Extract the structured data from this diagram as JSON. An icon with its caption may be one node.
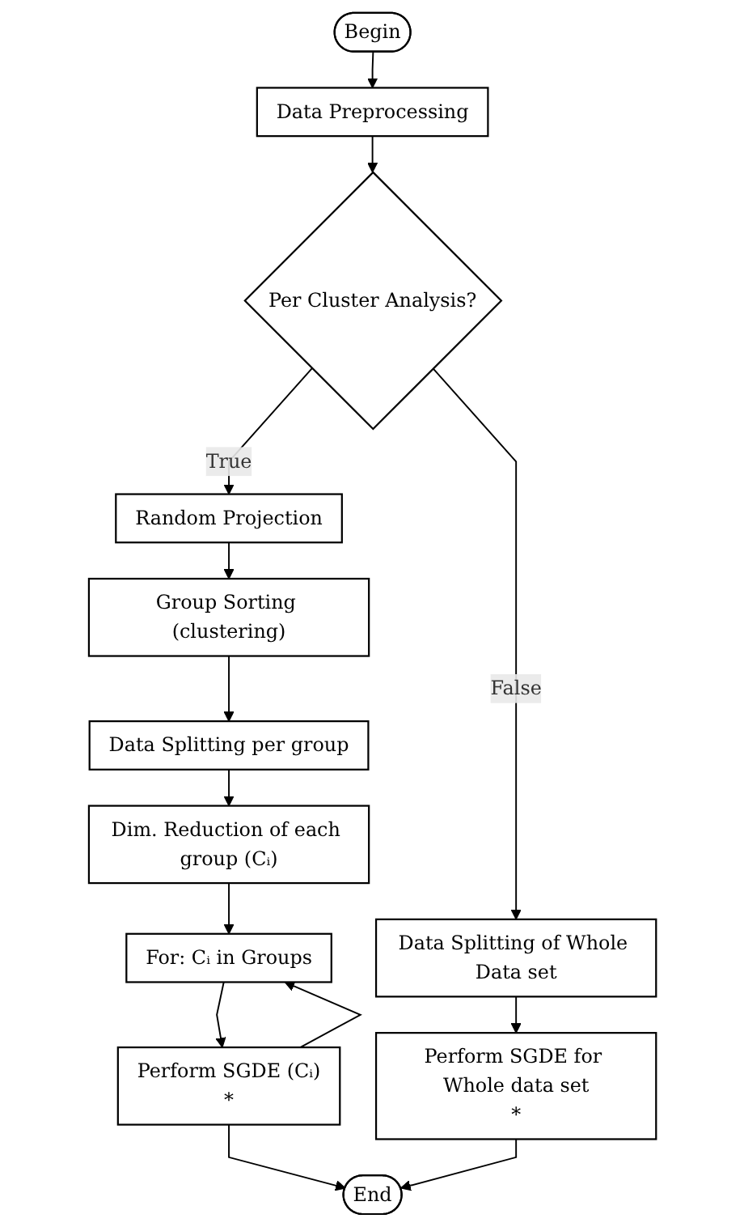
{
  "diagram": {
    "nodes": [
      {
        "text": [
          "Begin"
        ]
      },
      {
        "text": [
          "Data Preprocessing"
        ]
      },
      {
        "text": [
          "Per Cluster Analysis?"
        ]
      },
      {
        "text": [
          "Random Projection"
        ]
      },
      {
        "text": [
          "Group Sorting (clustering)"
        ]
      },
      {
        "text": [
          "Data Splitting per group"
        ]
      },
      {
        "text": [
          "Dim. Reduction of each group (Cᵢ)"
        ]
      },
      {
        "text": [
          "For: Cᵢ in Groups"
        ]
      },
      {
        "text": [
          "Perform SGDE (Cᵢ)",
          "*"
        ]
      },
      {
        "text": [
          "Data Splitting of Whole Data set"
        ]
      },
      {
        "text": [
          "Perform SGDE for Whole data set",
          "*"
        ]
      },
      {
        "text": [
          "End"
        ]
      }
    ],
    "edges": [
      {
        "from": 0,
        "to": 1,
        "arrow": "to"
      },
      {
        "from": 1,
        "to": 2,
        "arrow": "to"
      },
      {
        "from": 2,
        "to": 3,
        "label": "True",
        "arrow": "to"
      },
      {
        "from": 2,
        "to": 9,
        "label": "False",
        "arrow": "to"
      },
      {
        "from": 3,
        "to": 4,
        "arrow": "to"
      },
      {
        "from": 4,
        "to": 5,
        "arrow": "to"
      },
      {
        "from": 5,
        "to": 6,
        "arrow": "to"
      },
      {
        "from": 6,
        "to": 7,
        "arrow": "to"
      },
      {
        "from": 7,
        "to": 8,
        "arrow": "to"
      },
      {
        "from": 8,
        "to": 7,
        "arrow": "to"
      },
      {
        "from": 9,
        "to": 10,
        "arrow": "to"
      },
      {
        "from": 8,
        "to": 11,
        "arrow": "to"
      },
      {
        "from": 10,
        "to": 11,
        "arrow": "to"
      }
    ]
  }
}
